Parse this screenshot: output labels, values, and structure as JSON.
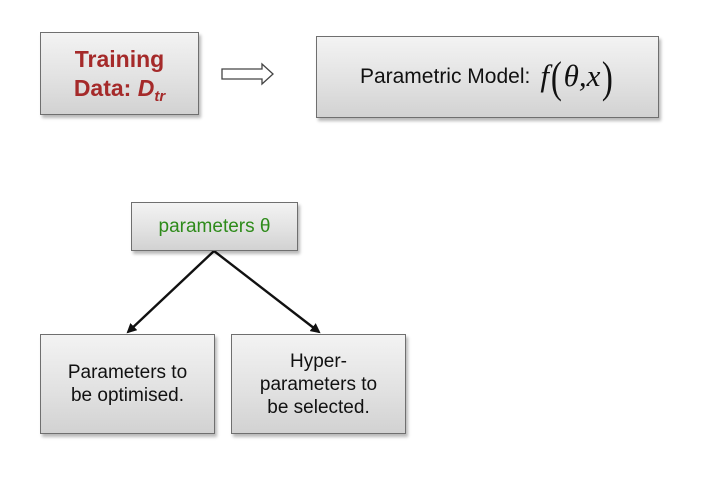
{
  "training_data": {
    "line1": "Training",
    "line2_prefix": "Data: ",
    "symbol": "D",
    "subscript": "tr"
  },
  "model": {
    "label": "Parametric Model:",
    "func": "f",
    "paren_open": "(",
    "args": "θ,x",
    "paren_close": ")"
  },
  "parameters": {
    "label": "parameters θ"
  },
  "optimised": {
    "line1": "Parameters to",
    "line2": "be optimised."
  },
  "selected": {
    "line1": "Hyper-",
    "line2": "parameters to",
    "line3": "be selected."
  },
  "colors": {
    "training_text": "#a52a2a",
    "parameters_text": "#2e8b1a",
    "box_border": "#6f6f6f",
    "arrow": "#111111"
  }
}
